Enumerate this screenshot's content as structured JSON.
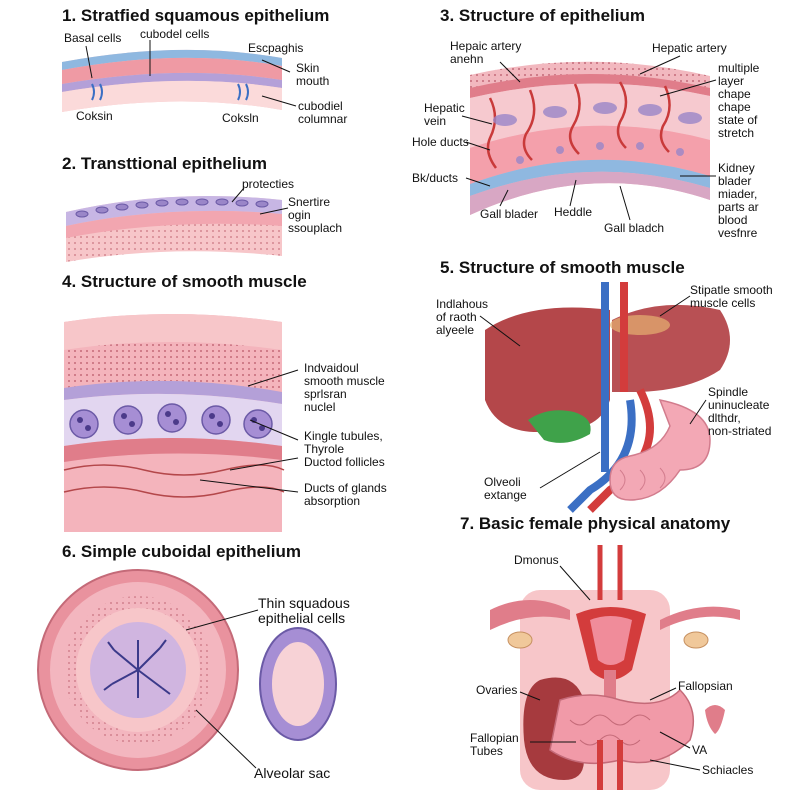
{
  "panels": {
    "p1": {
      "title": "1. Stratfied squamous epithelium",
      "labels": {
        "basal": "Basal cells",
        "cuboidel": "cubodel cells",
        "esophagus": "Escpaghis",
        "skin": "Skin\nmouth",
        "coksin_left": "Coksin",
        "coksin_right": "Coksln",
        "columnar": "cubodiel\ncolumnar"
      }
    },
    "p2": {
      "title": "2. Transttional epithelium",
      "labels": {
        "protecties": "protecties",
        "snertine": "Snertire\nogin\nssouplach"
      }
    },
    "p3": {
      "title": "3. Structure of epithelium",
      "labels": {
        "hepatic_artery_left": "Hepaic artery\nanehn",
        "hepatic_artery_right": "Hepatic artery",
        "multiple_layer": "multiple\nlayer\nchape\nchape\nstate of\nstretch",
        "hepatic_vein": "Hepatic\nvein",
        "hole_ducts": "Hole ducts",
        "bile_ducts": "Bk/ducts",
        "kidney": "Kidney\nblader\nmiader,\nparts ar\nblood\nvesfnre",
        "gall_blader": "Gall blader",
        "heddle": "Heddle",
        "gall_bladch": "Gall bladch"
      }
    },
    "p4": {
      "title": "4. Structure of smooth muscle",
      "labels": {
        "individual": "Indvaidoul\nsmooth muscle\nsprlsran\nnuclel",
        "kingle": "Kingle tubules,\nThyrole\nDuctod follicles",
        "ducts": "Ducts of glands\nabsorption"
      }
    },
    "p5": {
      "title": "5. Structure of smooth muscle",
      "labels": {
        "individual": "Indlahous\nof raoth\nalyeele",
        "stipatle": "Stipatle smooth\nmuscle cells",
        "spindle": "Spindle\nuninucleate\ndlthdr,\nnon-striated",
        "olveoli": "Olveoli\nextange"
      }
    },
    "p6": {
      "title": "6. Simple cuboidal epithelium",
      "labels": {
        "thin": "Thin squadous\nepithelial cells",
        "alveolar": "Alveolar sac"
      }
    },
    "p7": {
      "title": "7. Basic female physical anatomy",
      "labels": {
        "dimonus": "Dmonus",
        "ovaries": "Ovaries",
        "fallopsian": "Fallopsian",
        "fallopian_tubes": "Fallopian\nTubes",
        "va": "VA",
        "schiacles": "Schiacles"
      }
    }
  },
  "colors": {
    "tissue_pink": "#f2b8bf",
    "tissue_deep": "#e07d8a",
    "membrane_blue": "#8fb8e0",
    "nucleus_purple": "#9a86c8",
    "liver_red": "#b4474a",
    "artery_red": "#d33c3c",
    "vein_blue": "#3b6fc4",
    "gallbladder_green": "#3fa24a"
  }
}
